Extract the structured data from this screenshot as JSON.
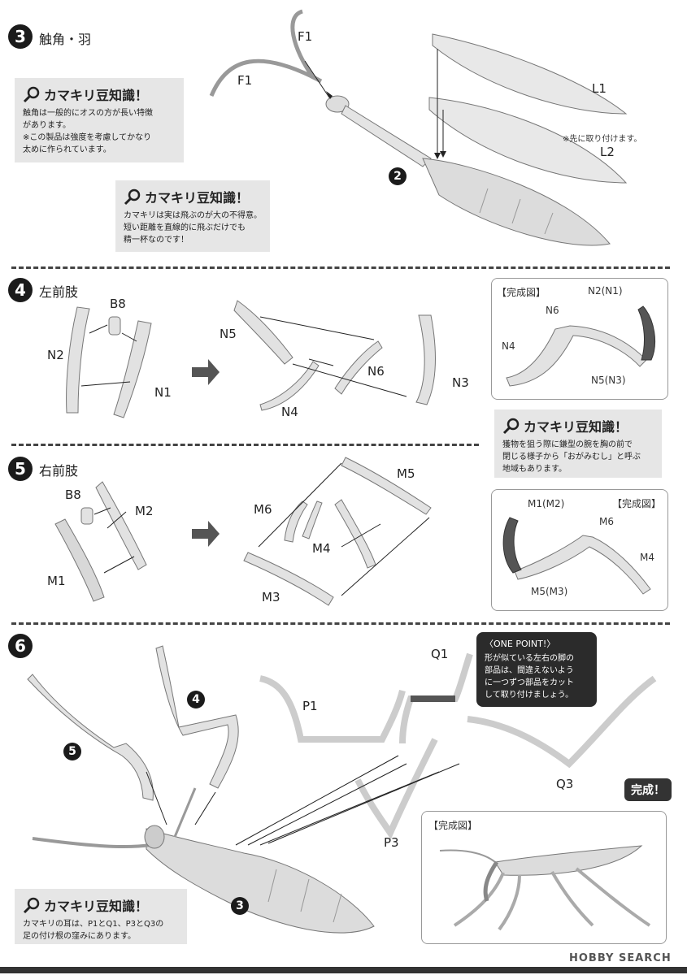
{
  "step3": {
    "number": "3",
    "title": "触角・羽",
    "labels": {
      "f1_top": "F1",
      "f1_left": "F1",
      "l1": "L1",
      "l2": "L2",
      "note": "※先に取り付けます。",
      "ref": "2"
    },
    "tip1": {
      "heading": "カマキリ豆知識！",
      "text": "触角は一般的にオスの方が長い特徴\nがあります。\n※この製品は強度を考慮してかなり\n太めに作られています。"
    },
    "tip2": {
      "heading": "カマキリ豆知識！",
      "text": "カマキリは実は飛ぶのが大の不得意。\n短い距離を直線的に飛ぶだけでも\n精一杯なのです！"
    }
  },
  "step4": {
    "number": "4",
    "title": "左前肢",
    "labels": {
      "b8": "B8",
      "n2": "N2",
      "n1": "N1",
      "n5": "N5",
      "n6": "N6",
      "n3": "N3",
      "n4": "N4"
    },
    "complete": {
      "title": "【完成図】",
      "n2n1": "N2(N1)",
      "n6": "N6",
      "n4": "N4",
      "n5n3": "N5(N3)"
    },
    "tip": {
      "heading": "カマキリ豆知識！",
      "text": "獲物を狙う際に鎌型の腕を胸の前で\n閉じる様子から「おがみむし」と呼ぶ\n地域もあります。"
    }
  },
  "step5": {
    "number": "5",
    "title": "右前肢",
    "labels": {
      "b8": "B8",
      "m2": "M2",
      "m1": "M1",
      "m6": "M6",
      "m5": "M5",
      "m4": "M4",
      "m3": "M3"
    },
    "complete": {
      "title": "【完成図】",
      "m1m2": "M1(M2)",
      "m6": "M6",
      "m4": "M4",
      "m5m3": "M5(M3)"
    }
  },
  "step6": {
    "number": "6",
    "labels": {
      "q1": "Q1",
      "p1": "P1",
      "p3": "P3",
      "q3": "Q3",
      "ref5": "5",
      "ref4": "4",
      "ref3": "3"
    },
    "onepoint": {
      "title": "〈ONE POINT!〉",
      "text": "形が似ている左右の脚の\n部品は、間違えないよう\nに一つずつ部品をカット\nして取り付けましょう。"
    },
    "done": "完成！",
    "complete_title": "【完成図】",
    "tip": {
      "heading": "カマキリ豆知識！",
      "text": "カマキリの耳は、P1とQ1、P3とQ3の\n足の付け根の窪みにあります。"
    }
  },
  "footer": {
    "brand": "HOBBY SEARCH"
  }
}
